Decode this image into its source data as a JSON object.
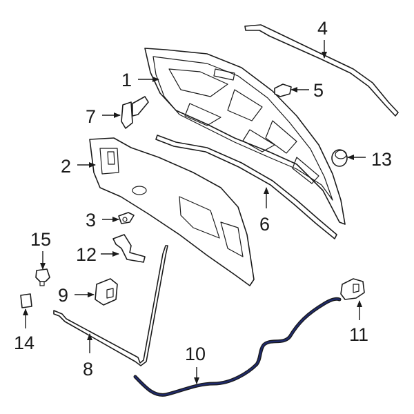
{
  "colors": {
    "line": "#1a1a1a",
    "highlight": "#1f2a6b",
    "background": "#ffffff"
  },
  "callouts": [
    {
      "id": "1",
      "text": "1"
    },
    {
      "id": "2",
      "text": "2"
    },
    {
      "id": "3",
      "text": "3"
    },
    {
      "id": "4",
      "text": "4"
    },
    {
      "id": "5",
      "text": "5"
    },
    {
      "id": "6",
      "text": "6"
    },
    {
      "id": "7",
      "text": "7"
    },
    {
      "id": "8",
      "text": "8"
    },
    {
      "id": "9",
      "text": "9"
    },
    {
      "id": "10",
      "text": "10"
    },
    {
      "id": "11",
      "text": "11"
    },
    {
      "id": "12",
      "text": "12"
    },
    {
      "id": "13",
      "text": "13"
    },
    {
      "id": "14",
      "text": "14"
    },
    {
      "id": "15",
      "text": "15"
    }
  ]
}
